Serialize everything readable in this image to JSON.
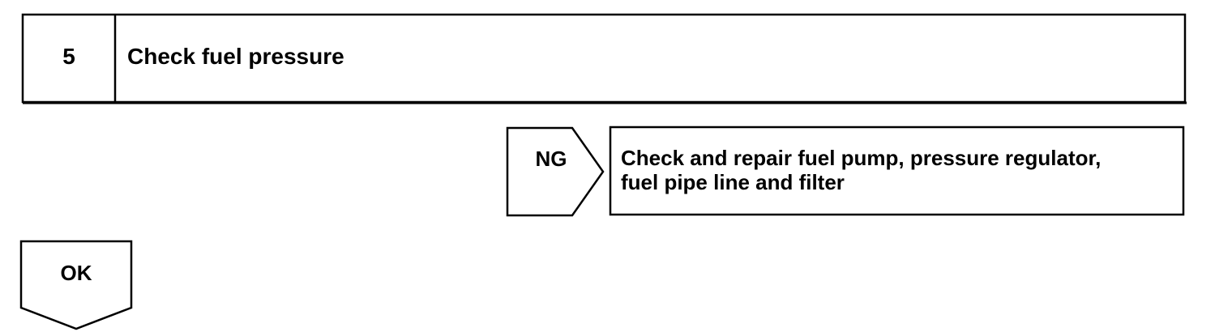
{
  "step": {
    "number": "5",
    "title": "Check fuel pressure"
  },
  "ng_branch": {
    "label": "NG",
    "action_line1": "Check and repair fuel pump, pressure regulator,",
    "action_line2": "fuel pipe line and filter"
  },
  "ok_branch": {
    "label": "OK"
  },
  "colors": {
    "line": "#000000",
    "background": "#ffffff"
  }
}
